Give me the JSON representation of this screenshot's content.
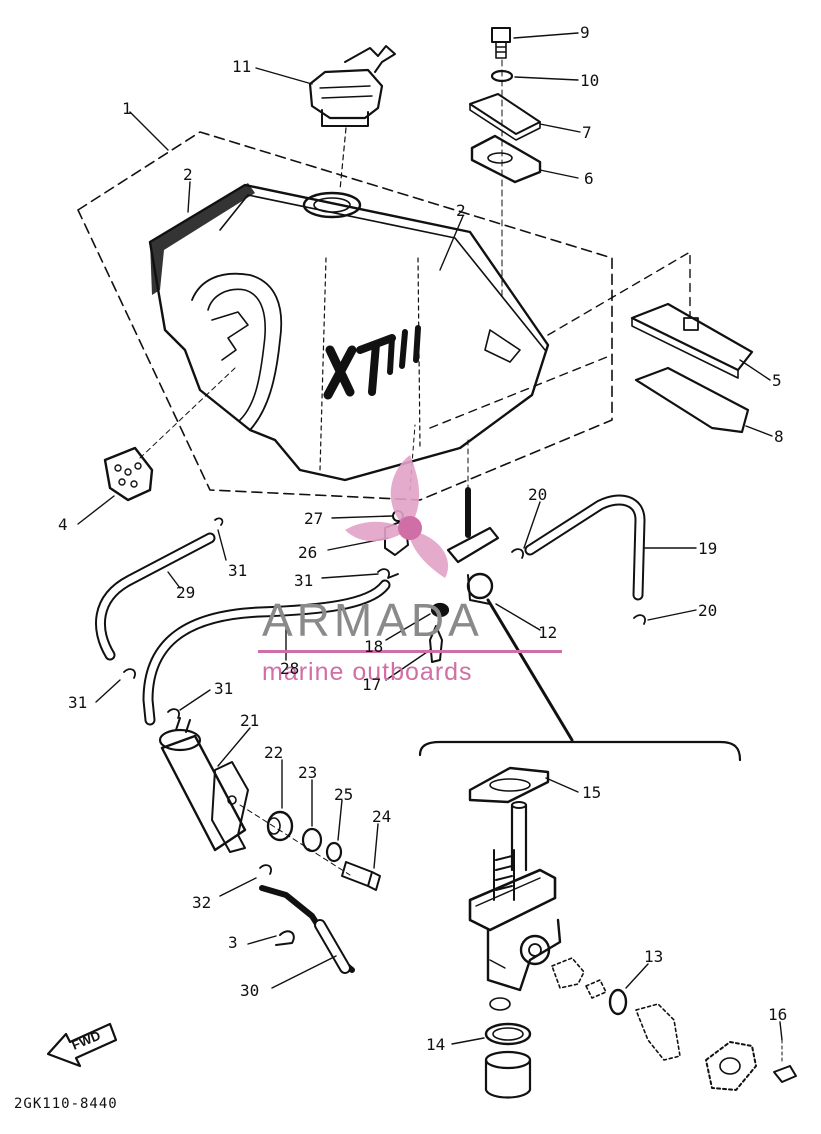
{
  "diagram": {
    "part_code": "2GK110-8440",
    "forward_label": "FWD",
    "tank_logo": "XT"
  },
  "callouts": [
    {
      "id": "c1",
      "label": "1"
    },
    {
      "id": "c2a",
      "label": "2"
    },
    {
      "id": "c2b",
      "label": "2"
    },
    {
      "id": "c3",
      "label": "3"
    },
    {
      "id": "c4",
      "label": "4"
    },
    {
      "id": "c5",
      "label": "5"
    },
    {
      "id": "c6",
      "label": "6"
    },
    {
      "id": "c7",
      "label": "7"
    },
    {
      "id": "c8",
      "label": "8"
    },
    {
      "id": "c9",
      "label": "9"
    },
    {
      "id": "c10",
      "label": "10"
    },
    {
      "id": "c11",
      "label": "11"
    },
    {
      "id": "c12",
      "label": "12"
    },
    {
      "id": "c13",
      "label": "13"
    },
    {
      "id": "c14",
      "label": "14"
    },
    {
      "id": "c15",
      "label": "15"
    },
    {
      "id": "c16",
      "label": "16"
    },
    {
      "id": "c17",
      "label": "17"
    },
    {
      "id": "c18",
      "label": "18"
    },
    {
      "id": "c19",
      "label": "19"
    },
    {
      "id": "c20a",
      "label": "20"
    },
    {
      "id": "c20b",
      "label": "20"
    },
    {
      "id": "c21",
      "label": "21"
    },
    {
      "id": "c22",
      "label": "22"
    },
    {
      "id": "c23",
      "label": "23"
    },
    {
      "id": "c24",
      "label": "24"
    },
    {
      "id": "c25",
      "label": "25"
    },
    {
      "id": "c26",
      "label": "26"
    },
    {
      "id": "c27",
      "label": "27"
    },
    {
      "id": "c28",
      "label": "28"
    },
    {
      "id": "c29",
      "label": "29"
    },
    {
      "id": "c30",
      "label": "30"
    },
    {
      "id": "c31a",
      "label": "31"
    },
    {
      "id": "c31b",
      "label": "31"
    },
    {
      "id": "c31c",
      "label": "31"
    },
    {
      "id": "c31d",
      "label": "31"
    },
    {
      "id": "c32",
      "label": "32"
    }
  ],
  "watermark": {
    "brand": "ARMADA",
    "tagline": "marine outboards",
    "colors": {
      "brand_text": "#8a8a8a",
      "accent": "#d06fa5",
      "line": "#ffffff"
    }
  }
}
